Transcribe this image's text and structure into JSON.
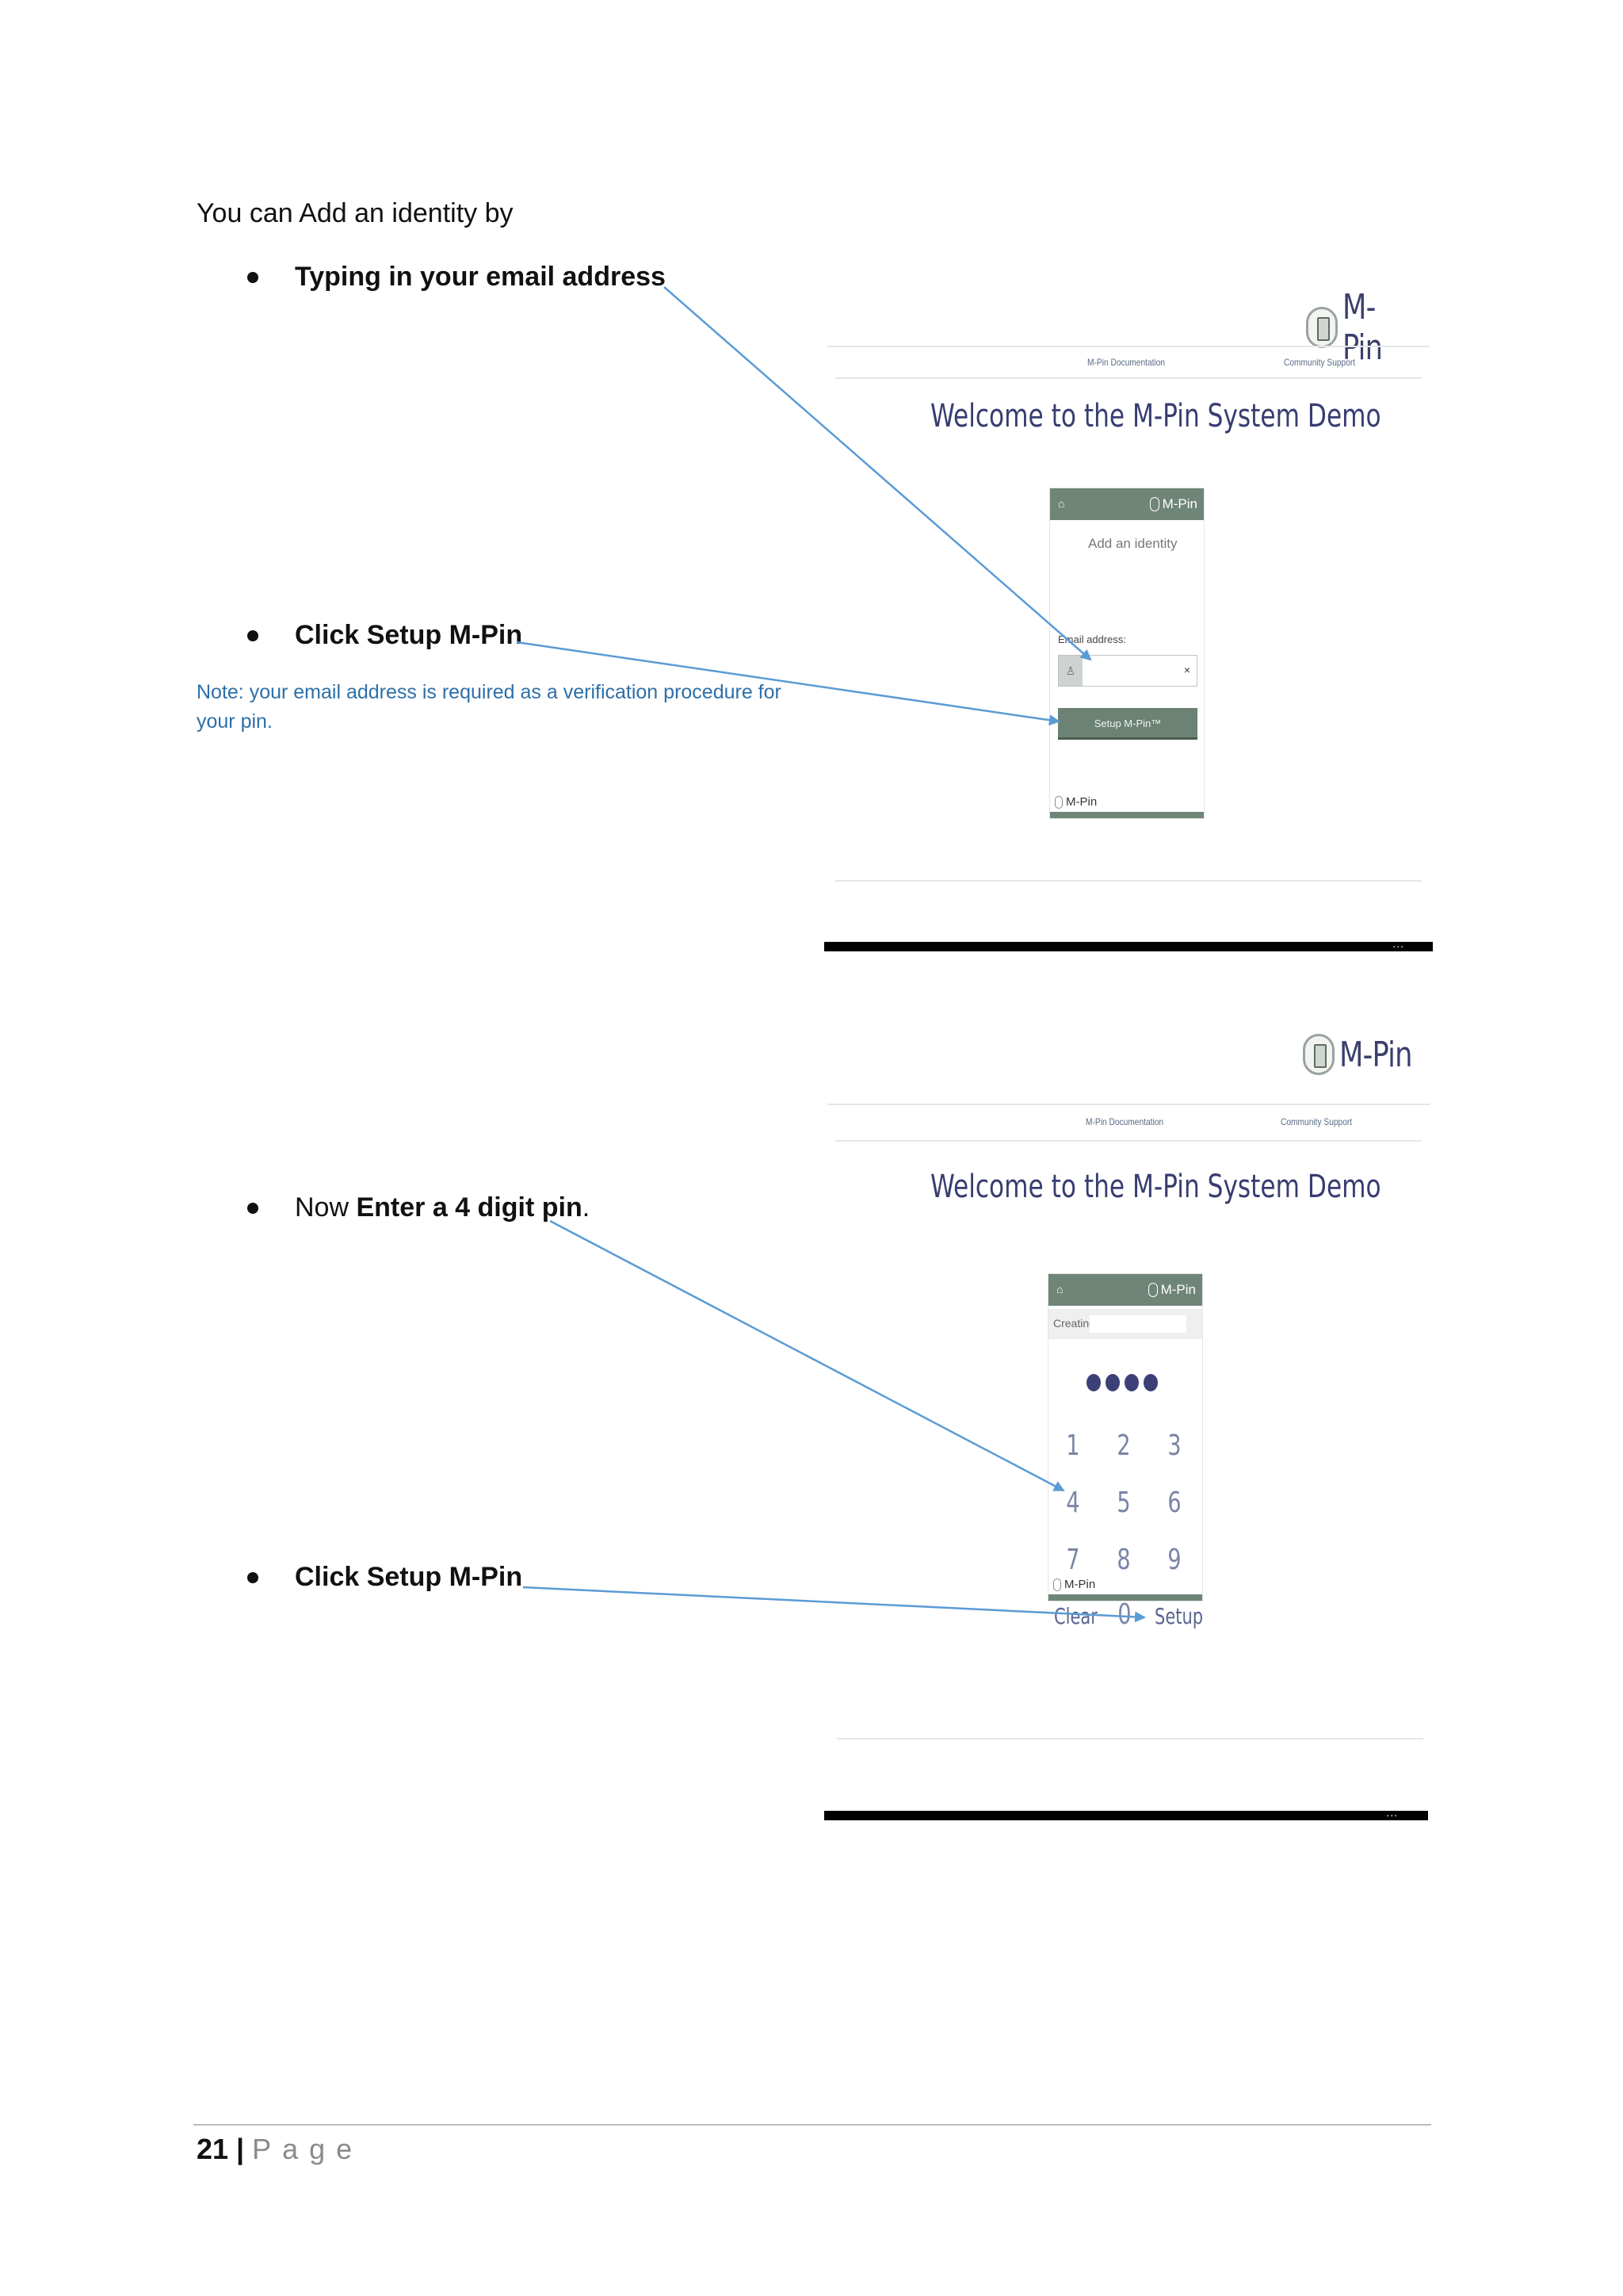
{
  "intro": "You can Add an identity by",
  "bullets": {
    "typing_email": "Typing in your email address",
    "click_setup_1": "Click Setup M-Pin",
    "enter_pin_prefix": "Now ",
    "enter_pin_bold": "Enter a 4 digit pin",
    "enter_pin_suffix": ".",
    "click_setup_2": "Click Setup M-Pin"
  },
  "note": "Note: your email address is required as a verification procedure for your pin.",
  "screenshot_common": {
    "brand": "M-Pin",
    "nav_documentation": "M-Pin Documentation",
    "nav_support": "Community Support",
    "welcome": "Welcome to the M-Pin System Demo",
    "more": "..."
  },
  "screenshot1": {
    "widget_title": "Add an identity",
    "email_label": "Email address:",
    "clear_symbol": "×",
    "setup_button": "Setup M-Pin™"
  },
  "screenshot2": {
    "creating_label": "Creating",
    "keys": [
      "1",
      "2",
      "3",
      "4",
      "5",
      "6",
      "7",
      "8",
      "9"
    ],
    "clear_key": "Clear",
    "zero_key": "0",
    "setup_key": "Setup"
  },
  "footer": {
    "page_number": "21",
    "separator": "|",
    "page_word": "Page"
  },
  "colors": {
    "arrow": "#5b9bd5",
    "widget_header": "#6f8577",
    "note_text": "#2e6fa8",
    "welcome_text": "#373d70"
  }
}
